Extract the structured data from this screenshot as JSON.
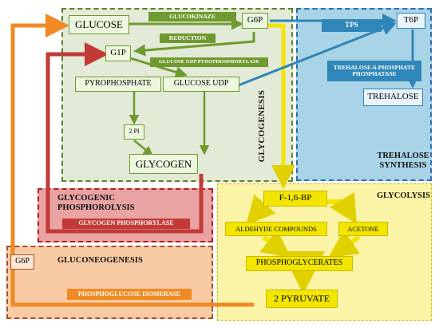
{
  "regions": {
    "glycogenesis": "GLYCOGENESIS",
    "trehalose": "TREHALOSE SYNTHESIS",
    "phosphorolysis": "GLYCOGENIC PHOSPHOROLYSIS",
    "glycolysis": "GLYCOLYSIS",
    "gluconeogenesis": "GLUCONEOGENESIS"
  },
  "nodes": {
    "glucose": "GLUCOSE",
    "g6p_top": "G6P",
    "t6p": "T6P",
    "g1p": "G1P",
    "pyrophosphate": "PYROPHOSPHATE",
    "glucose_udp": "GLUCOSE UDP",
    "two_pi": "2 PI",
    "glycogen": "GLYCOGEN",
    "trehalose": "TREHALOSE",
    "f16bp": "F-1,6-BP",
    "aldehyde": "ALDEHYDE COMPOUNDS",
    "acetone": "ACETONE",
    "phosphoglycerates": "PHOSPHOGLYCERATES",
    "pyruvate": "2 PYRUVATE",
    "g6p_left": "G6P"
  },
  "enzymes": {
    "glucokinase": "GLUCOKINAZE",
    "reduction": "REDUCTION",
    "udp_pyrophosphorylase": "GLUCOSE UDP PYROPHOSPHORYLASE",
    "tps": "TPS",
    "t6p_phosphatase": "TREHALOSE-6-PHOSPHATE PHOSPHATASE",
    "glycogen_phosphorylase": "GLYCOGEN PHOSPHORYLASE",
    "phosphoglucose_isomerase": "PHOSPHOGLUCOSE ISOMERASE"
  },
  "colors": {
    "green": "#76a53a",
    "blue": "#2f86b8",
    "red": "#c23a36",
    "yellow": "#f2e600",
    "orange": "#ef8a24"
  }
}
